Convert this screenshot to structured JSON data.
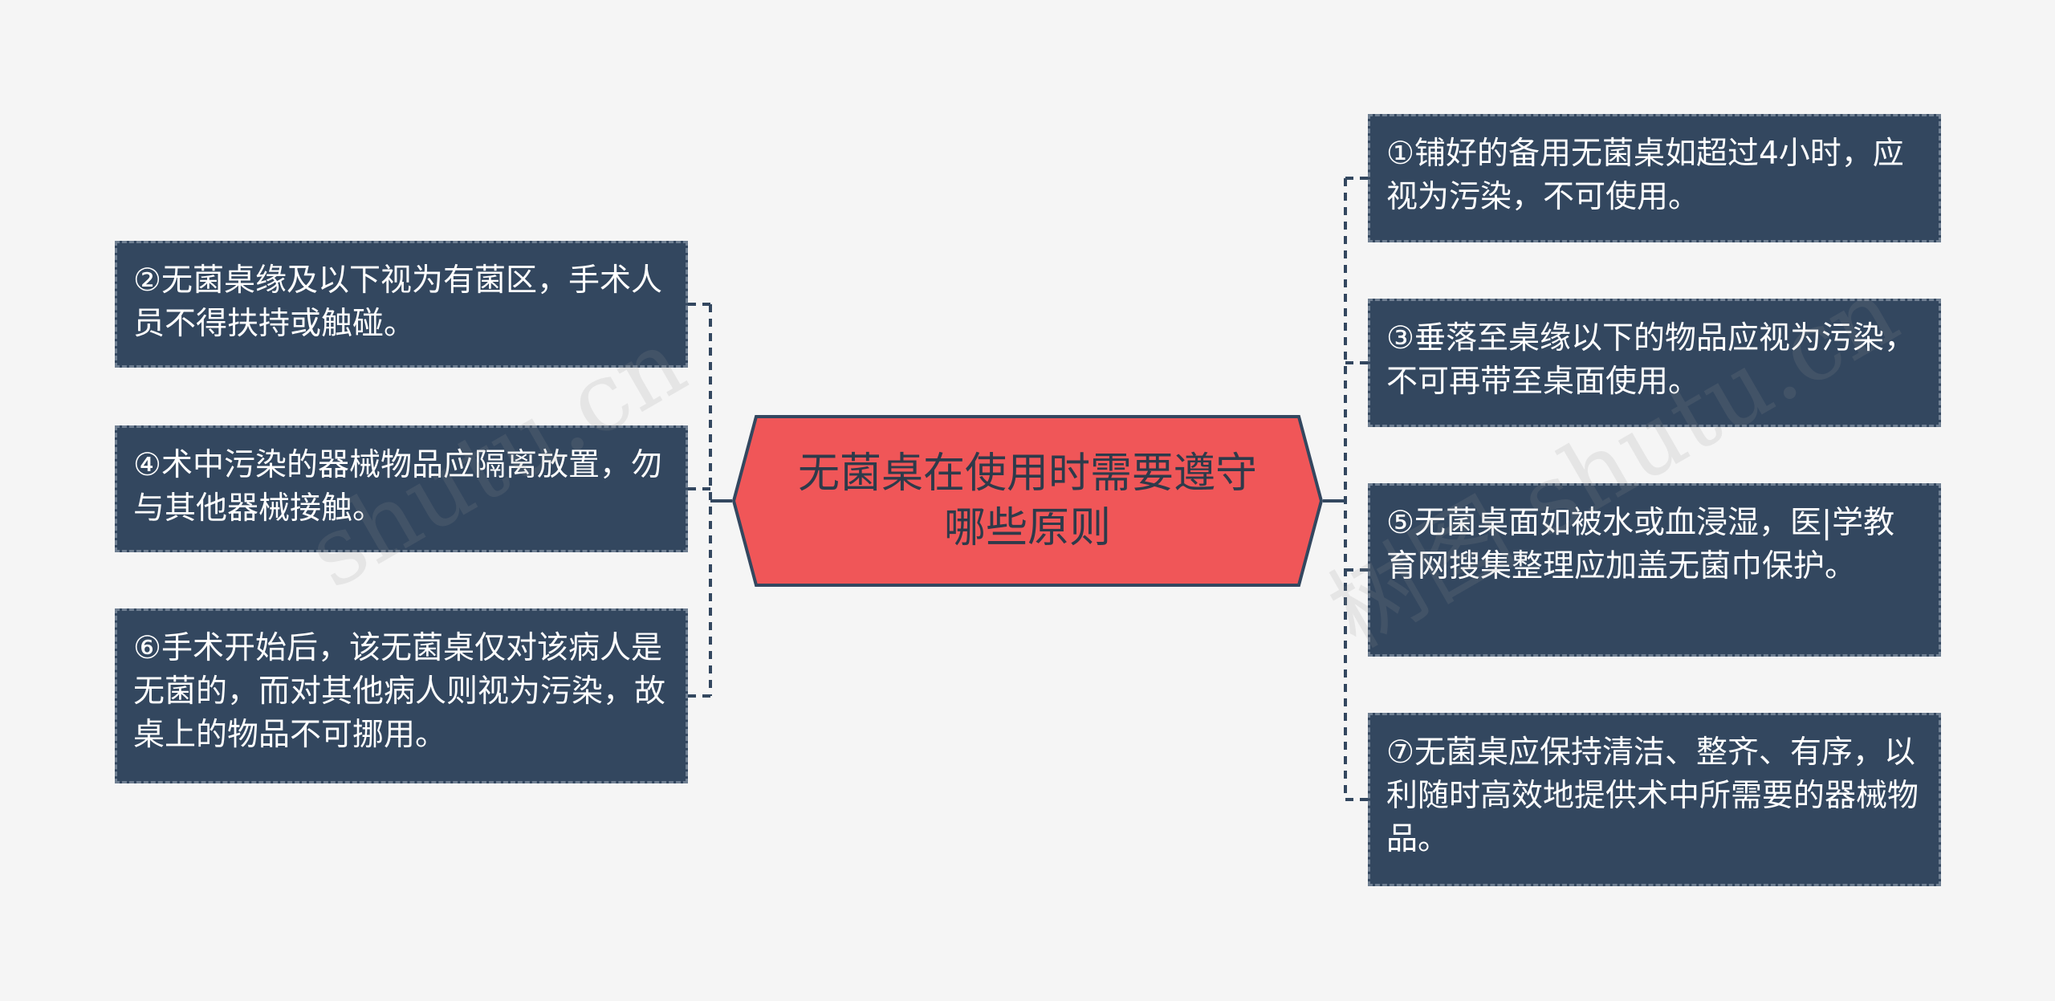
{
  "central": {
    "line1": "无菌桌在使用时需要遵守",
    "line2": "哪些原则"
  },
  "left_nodes": [
    {
      "id": "2",
      "text": "②无菌桌缘及以下视为有菌区，手术人员不得扶持或触碰。"
    },
    {
      "id": "4",
      "text": "④术中污染的器械物品应隔离放置，勿与其他器械接触。"
    },
    {
      "id": "6",
      "text": "⑥手术开始后，该无菌桌仅对该病人是无菌的，而对其他病人则视为污染，故桌上的物品不可挪用。"
    }
  ],
  "right_nodes": [
    {
      "id": "1",
      "text": "①铺好的备用无菌桌如超过4小时，应视为污染，不可使用。"
    },
    {
      "id": "3",
      "text": "③垂落至桌缘以下的物品应视为污染，不可再带至桌面使用。"
    },
    {
      "id": "5",
      "text": "⑤无菌桌面如被水或血浸湿，医|学教育网搜集整理应加盖无菌巾保护。"
    },
    {
      "id": "7",
      "text": "⑦无菌桌应保持清洁、整齐、有序，以利随时高效地提供术中所需要的器械物品。"
    }
  ],
  "watermarks": {
    "left": "shutu.cn",
    "right": "树图 shutu.cn"
  },
  "colors": {
    "background": "#f5f5f5",
    "central_fill": "#f05658",
    "central_border": "#33475f",
    "node_fill": "#33475f",
    "node_border": "#6f7f92",
    "connector": "#33475f"
  }
}
